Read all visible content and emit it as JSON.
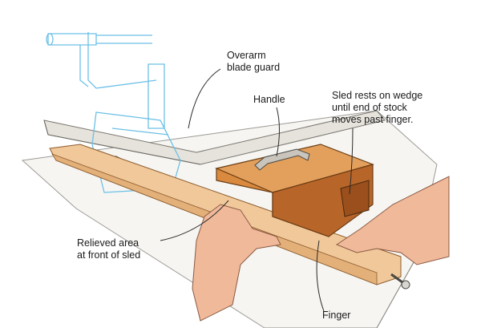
{
  "labels": {
    "overarm_guard": "Overarm\nblade guard",
    "handle": "Handle",
    "sled_rests": "Sled rests on wedge\nuntil end of stock\nmoves past finger.",
    "relieved_area": "Relieved area\nat front of sled",
    "finger": "Finger"
  },
  "colors": {
    "guard_outline": "#6cc0e6",
    "sled_wood": "#d98a3e",
    "sled_dark": "#b8652a",
    "stock_wood": "#f1c89a",
    "fence": "#e6e3dc",
    "skin": "#f0b99a",
    "ink": "#2a2a2a"
  }
}
